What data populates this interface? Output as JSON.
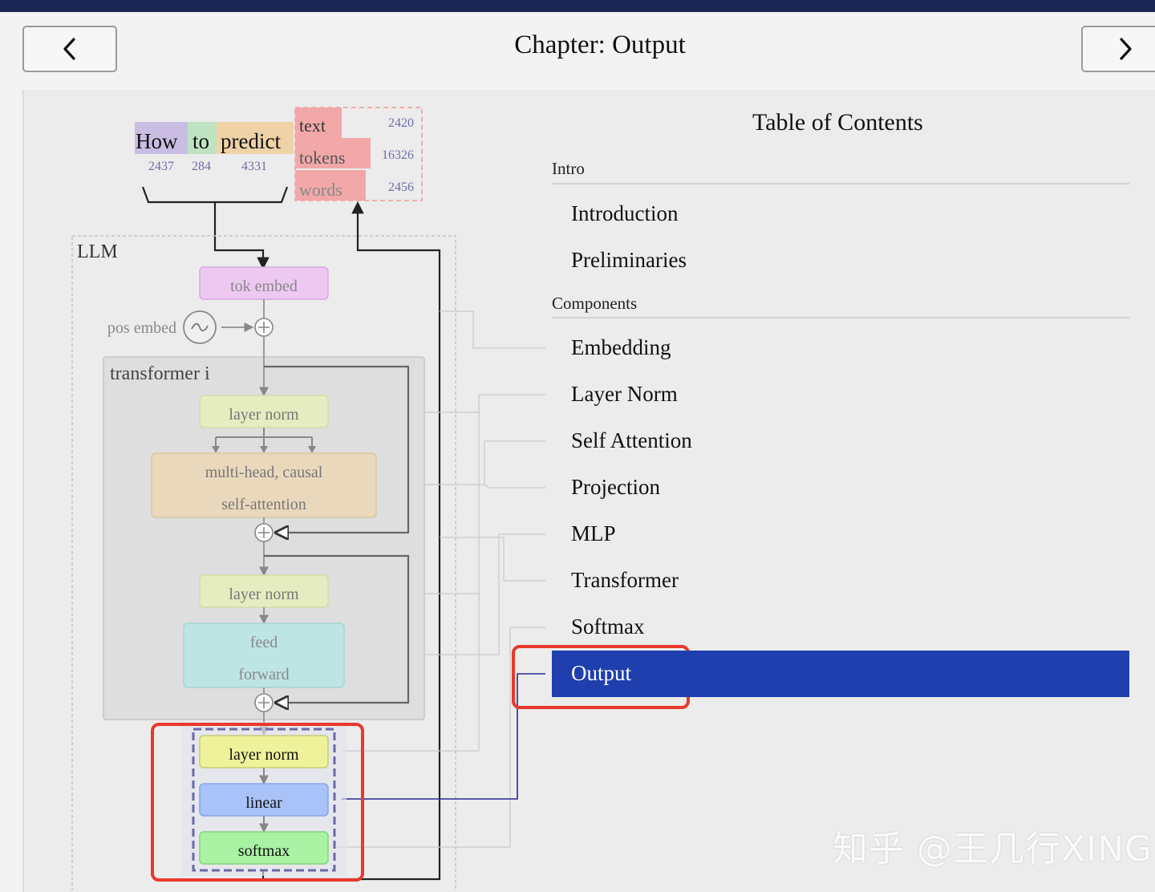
{
  "header": {
    "title": "Chapter: Output",
    "prev_icon": "chevron-left-icon",
    "next_icon": "chevron-right-icon"
  },
  "diagram": {
    "input_tokens": [
      {
        "text": "How",
        "id": "2437",
        "color": "#c9bde3"
      },
      {
        "text": "to",
        "id": "284",
        "color": "#bfe3c2"
      },
      {
        "text": "predict",
        "id": "4331",
        "color": "#f0d2a7"
      }
    ],
    "output_tokens": [
      {
        "text": "text",
        "prob": "2420"
      },
      {
        "text": "tokens",
        "prob": "16326"
      },
      {
        "text": "words",
        "prob": "2456"
      }
    ],
    "llm_label": "LLM",
    "pos_embed_label": "pos embed",
    "transformer_label": "transformer i",
    "blocks": {
      "tok_embed": "tok embed",
      "layer_norm_1": "layer norm",
      "attention_1": "multi-head, causal",
      "attention_2": "self-attention",
      "layer_norm_2": "layer norm",
      "ffn_1": "feed",
      "ffn_2": "forward",
      "final_norm": "layer norm",
      "linear": "linear",
      "softmax": "softmax"
    },
    "colors": {
      "highlight_box": "#e8392c",
      "connector_active": "#2a2a8f",
      "active_toc": "#1e3fad"
    }
  },
  "toc": {
    "title": "Table of Contents",
    "sections": [
      {
        "name": "Intro",
        "items": [
          "Introduction",
          "Preliminaries"
        ]
      },
      {
        "name": "Components",
        "items": [
          "Embedding",
          "Layer Norm",
          "Self Attention",
          "Projection",
          "MLP",
          "Transformer",
          "Softmax",
          "Output"
        ]
      }
    ],
    "active_item": "Output"
  },
  "watermark": "知乎 @王几行XING"
}
